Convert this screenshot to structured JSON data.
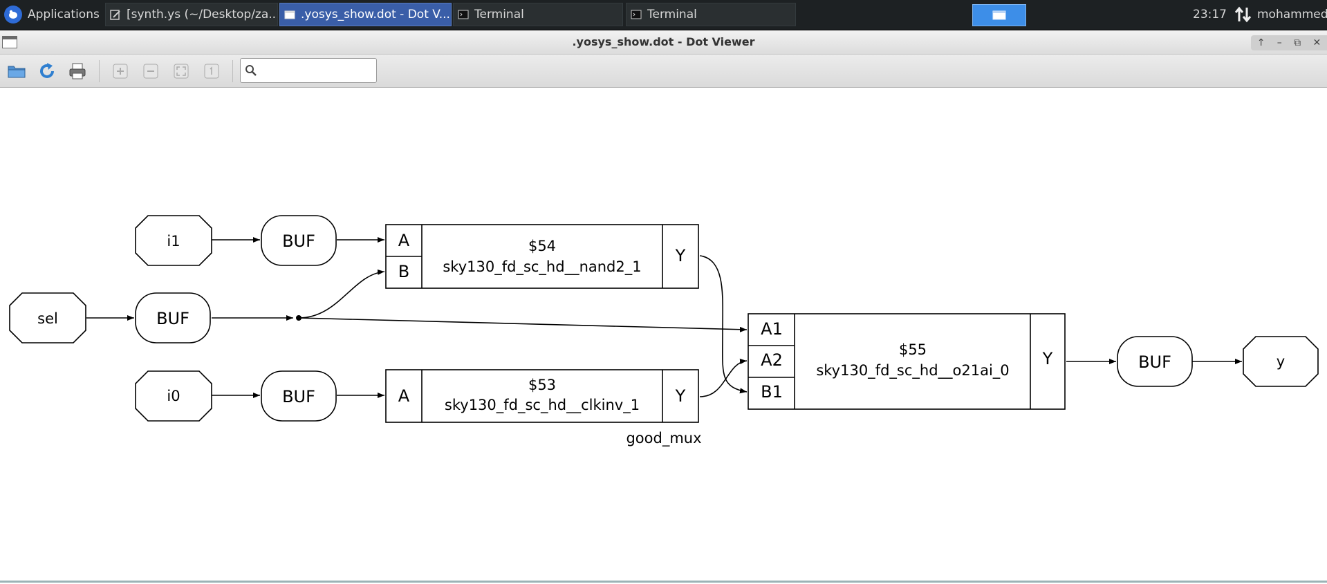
{
  "taskbar": {
    "applications_label": "Applications",
    "tasks": [
      {
        "label": "[synth.ys (~/Desktop/za..."
      },
      {
        "label": ".yosys_show.dot - Dot V..."
      },
      {
        "label": "Terminal"
      },
      {
        "label": "Terminal"
      }
    ],
    "clock": "23:17",
    "user": "mohammed"
  },
  "window": {
    "title": ".yosys_show.dot - Dot Viewer",
    "buttons": [
      "↑",
      "–",
      "⧉",
      "✕"
    ]
  },
  "toolbar": {
    "icons": [
      "open-folder-icon",
      "reload-icon",
      "print-icon",
      "zoom-in-icon",
      "zoom-out-icon",
      "zoom-fit-icon",
      "zoom-100-icon"
    ],
    "search": {
      "placeholder": "",
      "value": ""
    }
  },
  "graph": {
    "ports": {
      "i1": "i1",
      "sel": "sel",
      "i0": "i0",
      "y": "y"
    },
    "buffers": {
      "buf_i1": "BUF",
      "buf_sel": "BUF",
      "buf_i0": "BUF",
      "buf_y": "BUF"
    },
    "cells": {
      "nand": {
        "id": "$54",
        "type": "sky130_fd_sc_hd__nand2_1",
        "inputs": [
          "A",
          "B"
        ],
        "output": "Y"
      },
      "inv": {
        "id": "$53",
        "type": "sky130_fd_sc_hd__clkinv_1",
        "inputs": [
          "A"
        ],
        "output": "Y"
      },
      "o21ai": {
        "id": "$55",
        "type": "sky130_fd_sc_hd__o21ai_0",
        "inputs": [
          "A1",
          "A2",
          "B1"
        ],
        "output": "Y"
      }
    },
    "module_label": "good_mux"
  }
}
